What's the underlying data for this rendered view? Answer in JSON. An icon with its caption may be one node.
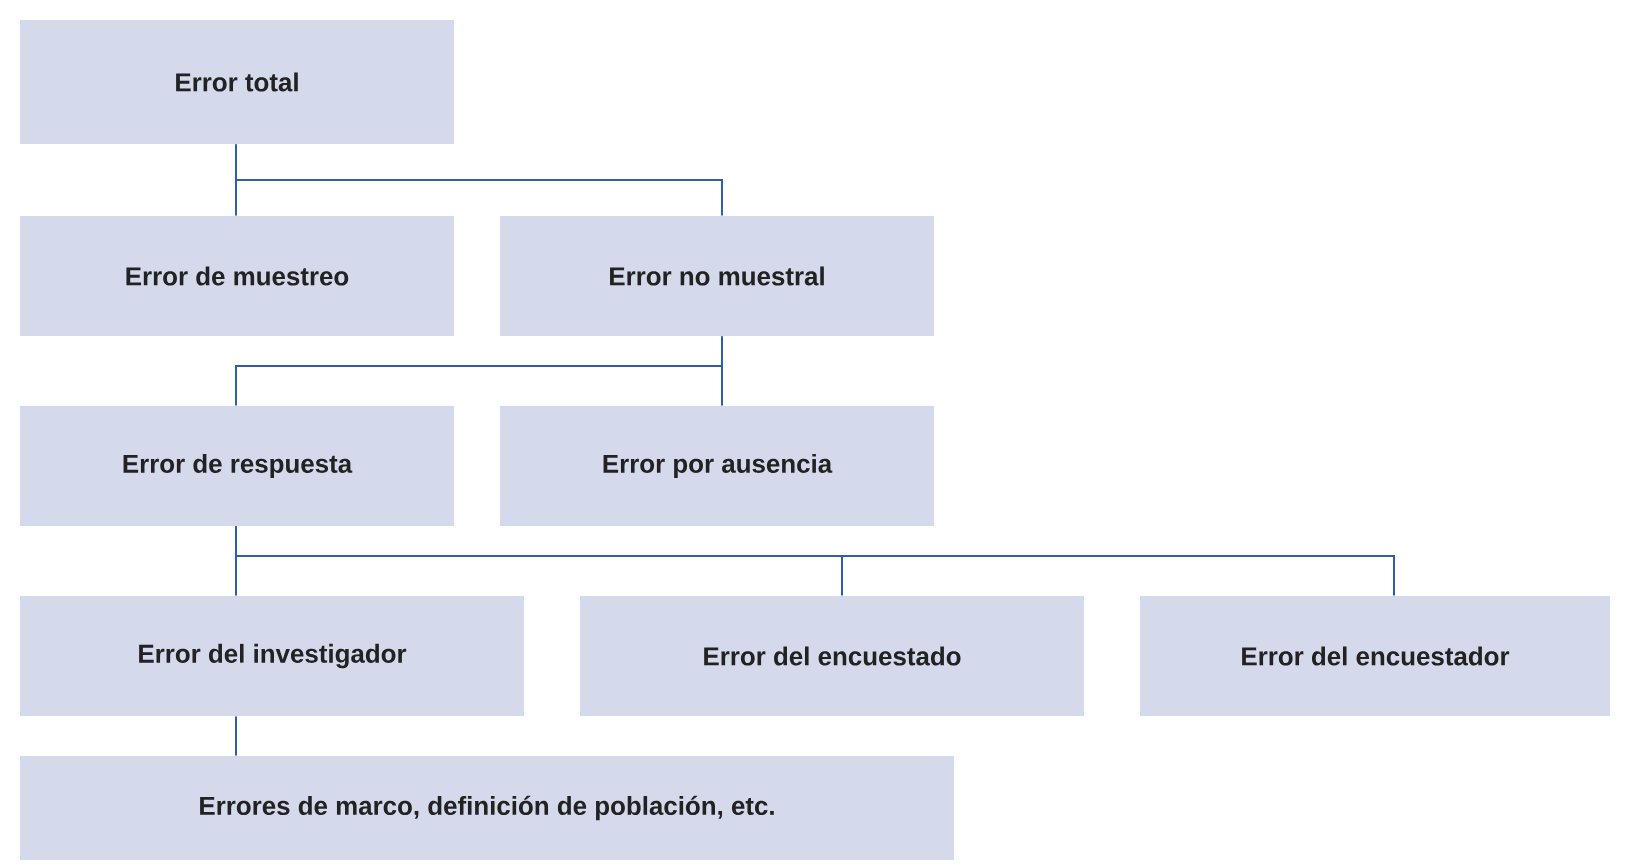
{
  "diagram": {
    "nodes": [
      {
        "text": [
          "Error total"
        ]
      },
      {
        "text": [
          "Error de muestreo"
        ]
      },
      {
        "text": [
          "Error no muestral"
        ]
      },
      {
        "text": [
          "Error de respuesta"
        ]
      },
      {
        "text": [
          "Error por ausencia"
        ]
      },
      {
        "text": [
          "Error del investigador"
        ]
      },
      {
        "text": [
          "Error del encuestado"
        ]
      },
      {
        "text": [
          "Error del encuestador"
        ]
      },
      {
        "text": [
          "Errores de marco, definición de población, etc."
        ]
      }
    ],
    "edges": [
      {
        "from": 0,
        "to": 1,
        "arrow": "none"
      },
      {
        "from": 0,
        "to": 2,
        "arrow": "none"
      },
      {
        "from": 2,
        "to": 3,
        "arrow": "none"
      },
      {
        "from": 2,
        "to": 4,
        "arrow": "none"
      },
      {
        "from": 3,
        "to": 5,
        "arrow": "none"
      },
      {
        "from": 3,
        "to": 6,
        "arrow": "none"
      },
      {
        "from": 3,
        "to": 7,
        "arrow": "none"
      },
      {
        "from": 5,
        "to": 8,
        "arrow": "none"
      }
    ]
  }
}
